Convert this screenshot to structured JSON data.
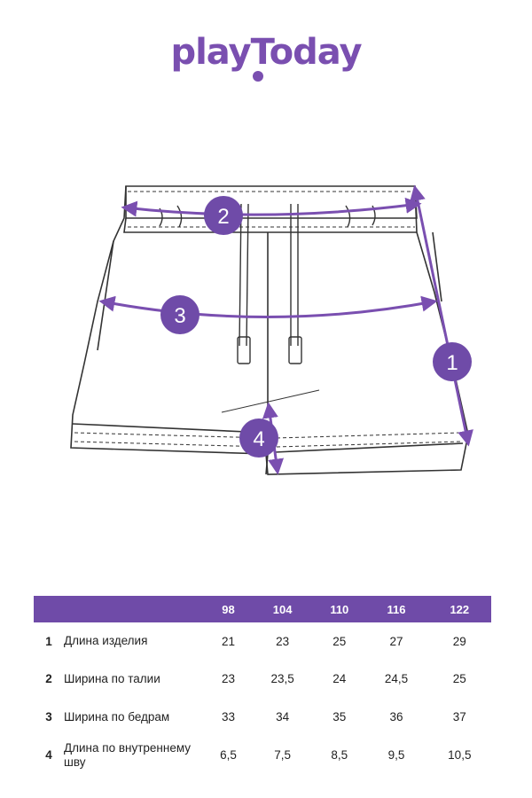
{
  "brand": {
    "logo_text": "playToday"
  },
  "diagram": {
    "markers": [
      "1",
      "2",
      "3",
      "4"
    ],
    "accent_color": "#7a4fb0"
  },
  "size_table": {
    "sizes": [
      "98",
      "104",
      "110",
      "116",
      "122"
    ],
    "rows": [
      {
        "num": "1",
        "label": "Длина изделия",
        "values": [
          "21",
          "23",
          "25",
          "27",
          "29"
        ]
      },
      {
        "num": "2",
        "label": "Ширина по талии",
        "values": [
          "23",
          "23,5",
          "24",
          "24,5",
          "25"
        ]
      },
      {
        "num": "3",
        "label": "Ширина по бедрам",
        "values": [
          "33",
          "34",
          "35",
          "36",
          "37"
        ]
      },
      {
        "num": "4",
        "label": "Длина по внутреннему шву",
        "values": [
          "6,5",
          "7,5",
          "8,5",
          "9,5",
          "10,5"
        ]
      }
    ]
  }
}
